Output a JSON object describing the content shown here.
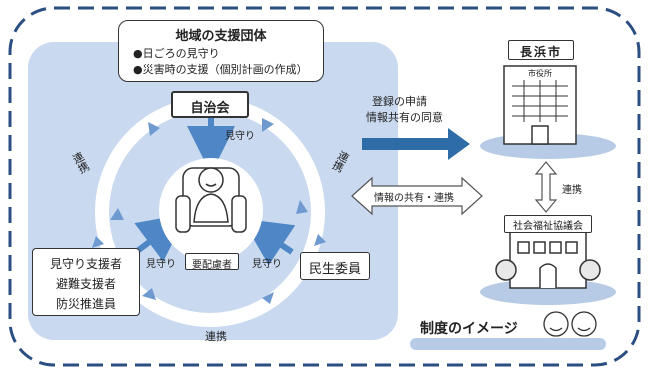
{
  "support_org": {
    "title": "地域の支援団体",
    "items": [
      "●日ごろの見守り",
      "●災害時の支援（個別計画の作成）"
    ]
  },
  "jichikai": "自治会",
  "minsei": "民生委員",
  "left_box": {
    "lines": [
      "見守り支援者",
      "避難支援者",
      "防災推進員"
    ]
  },
  "center_label": "要配慮者",
  "mimamori": {
    "top": "見守り",
    "left": "見守り",
    "right": "見守り"
  },
  "renkei": {
    "left": "連携",
    "right": "連携",
    "bottom": "連携",
    "vertical": "連携"
  },
  "nagahama": {
    "title": "長浜市",
    "building_sign": "市役所"
  },
  "registration_arrow": {
    "lines": [
      "登録の申請",
      "情報共有の同意"
    ]
  },
  "info_share_arrow": "情報の共有・連携",
  "shakyo": "社会福祉協議会",
  "caption": "制度のイメージ",
  "colors": {
    "panel": "#c9d9ef",
    "ring": "#ffffff",
    "arrow_blue": "#4f86c6",
    "big_arrow": "#2e6ca8",
    "border_dash": "#2b4f82",
    "ellipse": "#b7cbe6"
  }
}
